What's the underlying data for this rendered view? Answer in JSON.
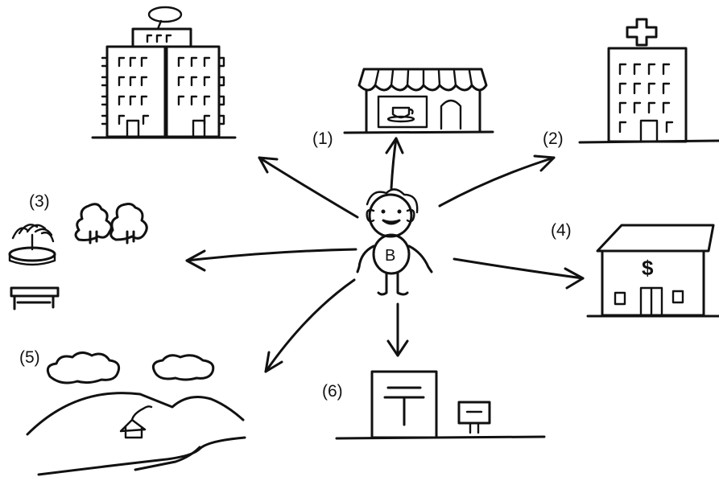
{
  "labels": {
    "cafe": "(1)",
    "hospital": "(2)",
    "park": "(3)",
    "bank": "(4)",
    "countryside": "(5)",
    "post_office": "(6)"
  },
  "character": {
    "shirt_letter": "B"
  },
  "bank_sign": "$",
  "ink_color": "#111111"
}
